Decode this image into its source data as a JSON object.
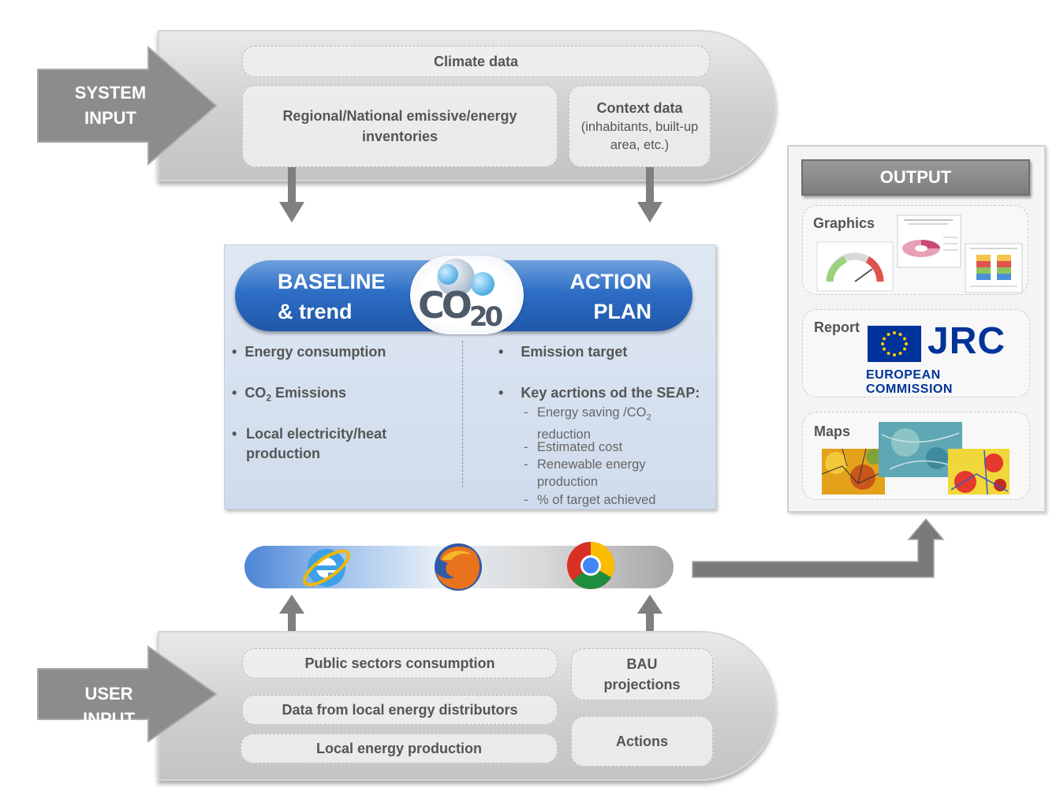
{
  "system_input": {
    "label_line1": "SYSTEM",
    "label_line2": "INPUT",
    "climate": "Climate data",
    "inventories": "Regional/National  emissive/energy inventories",
    "context_title": "Context data",
    "context_sub": "(inhabitants, built-up area, etc.)"
  },
  "center": {
    "baseline_line1": "BASELINE",
    "baseline_line2": "& trend",
    "action_line1": "ACTION",
    "action_line2": "PLAN",
    "logo_text": "CO",
    "logo_sub": "20",
    "left_items": [
      "Energy consumption",
      "CO",
      "Local electricity/heat production"
    ],
    "co2_sub": "2",
    "co2_rest": " Emissions",
    "right_item1": "Emission  target",
    "right_item2": "Key acrtions od the SEAP:",
    "sub_items": [
      "Energy saving /CO",
      "reduction",
      "Estimated cost",
      "Renewable energy production",
      "% of target achieved"
    ],
    "sub_co2": "2"
  },
  "output": {
    "title": "OUTPUT",
    "graphics": "Graphics",
    "report": "Report",
    "maps": "Maps",
    "jrc": "JRC",
    "commission": "EUROPEAN COMMISSION"
  },
  "user_input": {
    "label_line1": "USER",
    "label_line2": "INPUT",
    "public": "Public sectors consumption",
    "distributors": "Data from local energy distributors",
    "production": "Local energy production",
    "bau": "BAU projections",
    "actions": "Actions"
  },
  "colors": {
    "accent_blue": "#2d6ec6",
    "arrow_grey": "#7f7f7f"
  }
}
